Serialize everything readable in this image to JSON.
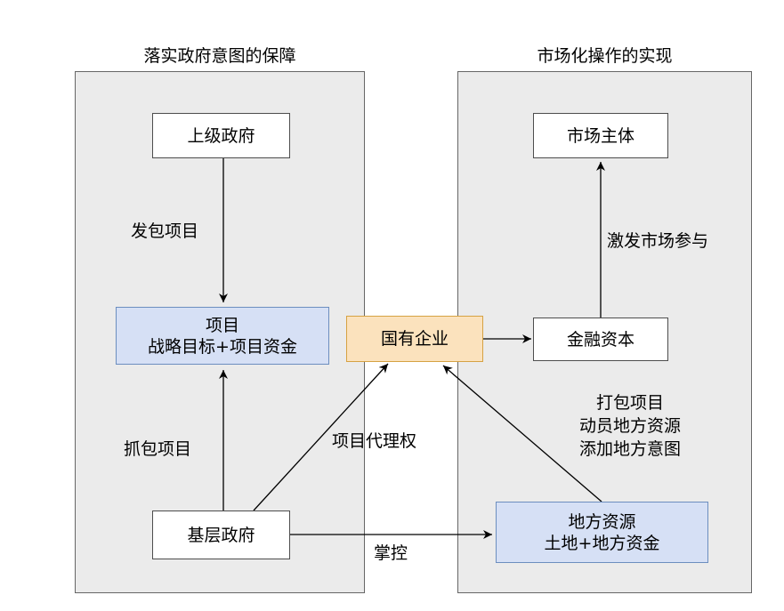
{
  "left_panel": {
    "title": "落实政府意图的保障"
  },
  "right_panel": {
    "title": "市场化操作的实现"
  },
  "nodes": {
    "superior_gov": "上级政府",
    "project": {
      "line1": "项目",
      "line2": "战略目标+项目资金"
    },
    "grassroots_gov": "基层政府",
    "soe": "国有企业",
    "market_entity": "市场主体",
    "financial_capital": "金融资本",
    "local_resources": {
      "line1": "地方资源",
      "line2": "土地+地方资金"
    }
  },
  "edge_labels": {
    "contract_project": "发包项目",
    "grab_project": "抓包项目",
    "project_agency": "项目代理权",
    "stimulate_market": "激发市场参与",
    "package": [
      "打包项目",
      "动员地方资源",
      "添加地方意图"
    ],
    "control": "掌控"
  },
  "colors": {
    "panel_fill": "#ebebeb",
    "blue_fill": "#d6e0f5",
    "orange_fill": "#fbe2bd"
  }
}
